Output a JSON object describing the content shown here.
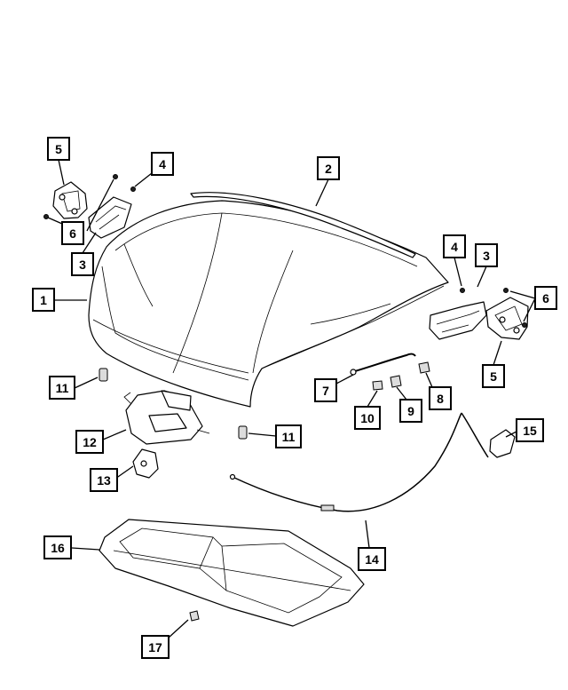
{
  "diagram": {
    "callouts": [
      "1",
      "2",
      "3",
      "3",
      "4",
      "4",
      "5",
      "5",
      "6",
      "6",
      "7",
      "8",
      "9",
      "10",
      "11",
      "11",
      "12",
      "13",
      "14",
      "15",
      "16",
      "17"
    ]
  }
}
